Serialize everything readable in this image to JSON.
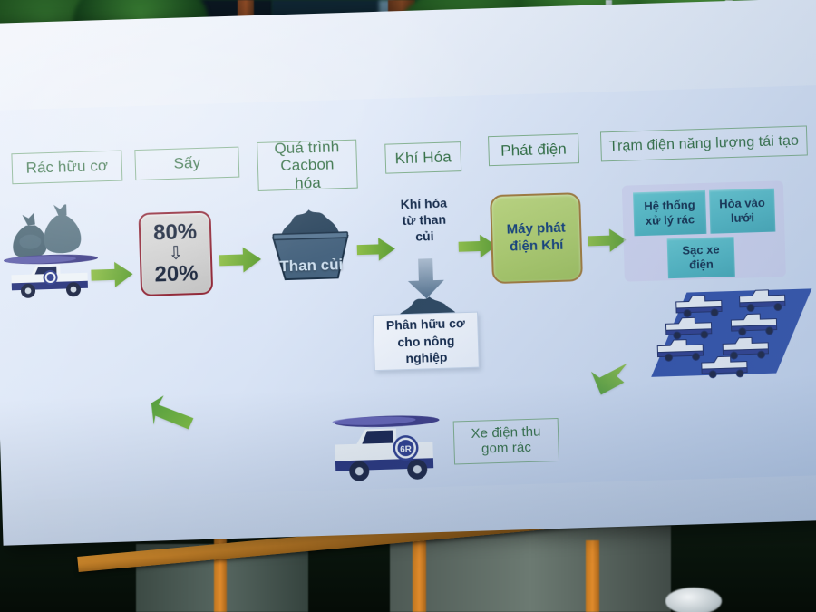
{
  "scene": {
    "description": "photo of a printed diagram poster on a wooden easel outdoors",
    "board_bg": "#e2eaf6",
    "accent_green": "#6fa83c",
    "label_border": "#7fae8a",
    "label_text": "#2d6b3f"
  },
  "diagram": {
    "steps": [
      {
        "id": "step-1",
        "label": "Rác hữu cơ"
      },
      {
        "id": "step-2",
        "label": "Sấy"
      },
      {
        "id": "step-3",
        "label": "Quá trình\nCacbon hóa"
      },
      {
        "id": "step-4",
        "label": "Khí Hóa"
      },
      {
        "id": "step-5",
        "label": "Phát điện"
      },
      {
        "id": "step-6",
        "label": "Trạm điện năng lượng tái tạo"
      }
    ],
    "step_labels": {
      "s1": "Rác hữu cơ",
      "s2": "Sấy",
      "s3a": "Quá trình",
      "s3b": "Cacbon hóa",
      "s4": "Khí Hóa",
      "s5": "Phát điện",
      "s6": "Trạm điện năng lượng tái tạo"
    },
    "moisture_box": {
      "top_value": "80%",
      "arrow": "⇩",
      "bottom_value": "20%",
      "border_color": "#8f2434"
    },
    "charcoal": {
      "label": "Than củi"
    },
    "gasification_text": {
      "line1": "Khí hóa",
      "line2": "từ than",
      "line3": "củi"
    },
    "generator_box": {
      "line1": "Máy phát",
      "line2": "điện Khí",
      "border_color": "#a07a3c",
      "fill_color": "#adcb6d"
    },
    "compost_callout": {
      "line1": "Phân hữu cơ",
      "line2": "cho nông",
      "line3": "nghiệp"
    },
    "station": {
      "boxes": [
        {
          "id": "waste-treatment",
          "line1": "Hệ thống",
          "line2": "xử lý rác"
        },
        {
          "id": "grid-connection",
          "line1": "Hòa vào",
          "line2": "lưới"
        },
        {
          "id": "ev-charging",
          "line1": "Sạc xe",
          "line2": "điện"
        }
      ],
      "fill_color": "#4fb6c2"
    },
    "collection_truck_label": {
      "line1": "Xe điện thu",
      "line2": "gom rác"
    },
    "truck_badge": "6R",
    "icons": {
      "waste_bags": "garbage-bags-icon",
      "collection_truck": "electric-collection-truck-icon",
      "charcoal_bucket": "charcoal-bucket-icon",
      "down_arrow_solid": "down-arrow-icon",
      "fleet": "truck-fleet-lot-icon",
      "flow_arrow": "right-arrow-icon",
      "feedback_arrow_left": "up-left-arrow-icon",
      "feedback_arrow_right": "down-left-arrow-icon"
    }
  }
}
